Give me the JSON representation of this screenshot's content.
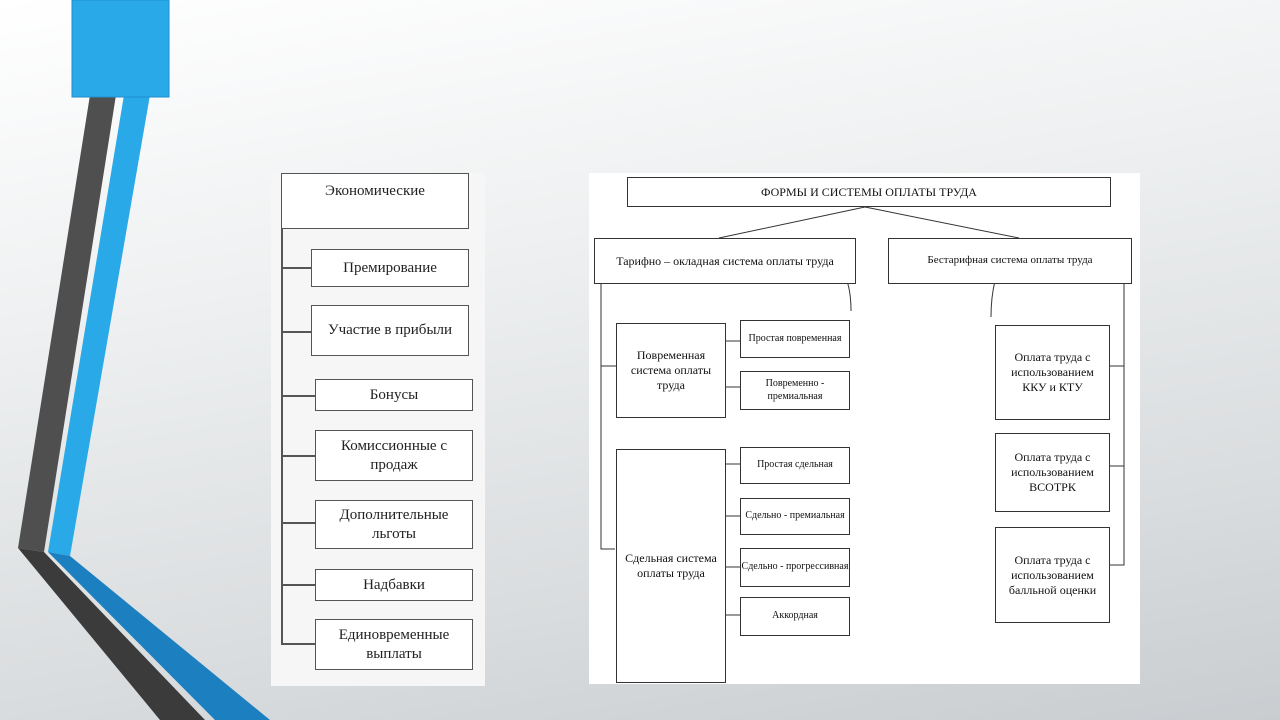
{
  "left_diagram": {
    "root": "Экономические",
    "items": [
      "Премирование",
      "Участие в прибыли",
      "Бонусы",
      "Комиссионные с продаж",
      "Дополнительные льготы",
      "Надбавки",
      "Единовременные выплаты"
    ]
  },
  "right_diagram": {
    "title": "ФОРМЫ И СИСТЕМЫ ОПЛАТЫ ТРУДА",
    "tariff": {
      "label": "Тарифно – окладная система оплаты труда",
      "time_based": {
        "label": "Повременная система оплаты труда",
        "subs": [
          "Простая повременная",
          "Повременно - премиальная"
        ]
      },
      "piece": {
        "label": "Сдельная система оплаты труда",
        "subs": [
          "Простая сдельная",
          "Сдельно - премиальная",
          "Сдельно - прогрессивная",
          "Аккордная"
        ]
      }
    },
    "non_tariff": {
      "label": "Бестарифная система оплаты труда",
      "subs": [
        "Оплата труда с использованием ККУ и КТУ",
        "Оплата труда с использованием ВСОТРК",
        "Оплата труда с использованием балльной оценки"
      ]
    }
  },
  "colors": {
    "accent_blue": "#2aa9e8",
    "dark_blue": "#1b7fc0",
    "dark_gray": "#4a4a4a"
  }
}
